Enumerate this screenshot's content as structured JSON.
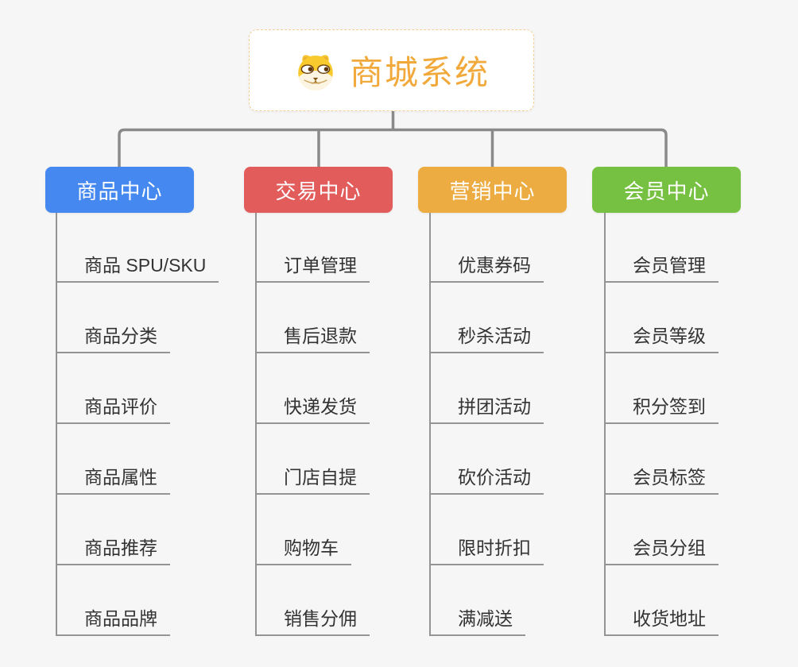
{
  "root": {
    "title": "商城系统",
    "icon": "dog-icon"
  },
  "branches": [
    {
      "label": "商品中心",
      "color": "#4589f0",
      "items": [
        "商品 SPU/SKU",
        "商品分类",
        "商品评价",
        "商品属性",
        "商品推荐",
        "商品品牌"
      ]
    },
    {
      "label": "交易中心",
      "color": "#e25c5c",
      "items": [
        "订单管理",
        "售后退款",
        "快递发货",
        "门店自提",
        "购物车",
        "销售分佣"
      ]
    },
    {
      "label": "营销中心",
      "color": "#ecac41",
      "items": [
        "优惠券码",
        "秒杀活动",
        "拼团活动",
        "砍价活动",
        "限时折扣",
        "满减送"
      ]
    },
    {
      "label": "会员中心",
      "color": "#77c142",
      "items": [
        "会员管理",
        "会员等级",
        "积分签到",
        "会员标签",
        "会员分组",
        "收货地址"
      ]
    }
  ],
  "colors": {
    "connector": "#8a8a8a",
    "child_line": "#949494",
    "root_accent": "#f2a93c",
    "root_border": "#f3cf96",
    "background": "#f6f6f6"
  }
}
